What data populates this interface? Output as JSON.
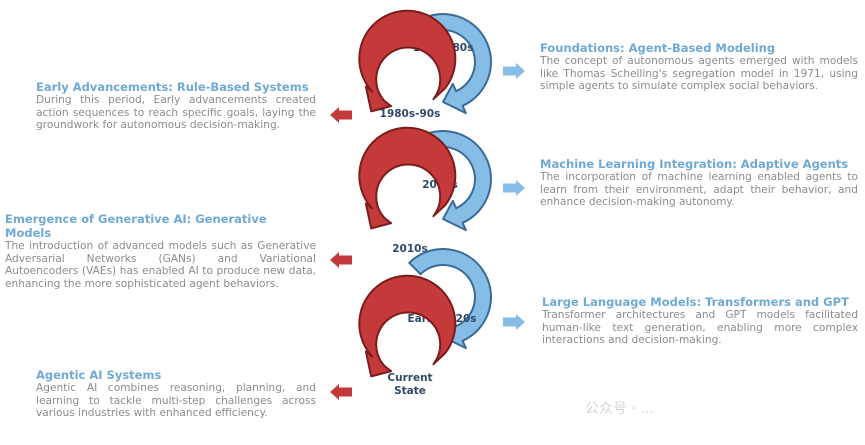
{
  "colors": {
    "blue": "#86bde6",
    "blue_dark": "#3a6b96",
    "red": "#c43a3a",
    "red_dark": "#7d1c1c",
    "title": "#6fa9d6",
    "text": "#8c8c8c"
  },
  "eras": [
    {
      "label": "1970s-80s",
      "color": "blue"
    },
    {
      "label": "1980s-90s",
      "color": "red"
    },
    {
      "label": "2000s",
      "color": "blue"
    },
    {
      "label": "2010s",
      "color": "red"
    },
    {
      "label": "Early 2020s",
      "color": "blue"
    },
    {
      "label": "Current State",
      "label_lines": [
        "Current",
        "State"
      ],
      "color": "red"
    }
  ],
  "blocks": [
    {
      "title": "Foundations: Agent-Based Modeling",
      "desc": "The concept of autonomous agents emerged with models like Thomas Schelling's segregation model in 1971, using simple agents to simulate complex social behaviors."
    },
    {
      "title": "Early Advancements: Rule-Based Systems",
      "desc": "During this period, Early advancements created action sequences to reach specific goals, laying the groundwork for autonomous decision-making."
    },
    {
      "title": "Machine Learning Integration: Adaptive Agents",
      "desc": "The incorporation of machine learning enabled agents to learn from their environment, adapt their behavior, and enhance decision-making autonomy."
    },
    {
      "title": "Emergence of Generative AI: Generative Models",
      "desc": "The introduction of advanced models such as Generative Adversarial Networks (GANs) and Variational Autoencoders (VAEs) has enabled AI to produce new data, enhancing the more sophisticated agent behaviors."
    },
    {
      "title": "Large Language Models: Transformers and GPT",
      "desc": "Transformer architectures and GPT models facilitated human-like text generation, enabling more complex interactions and decision-making."
    },
    {
      "title": "Agentic AI Systems",
      "desc": "Agentic AI combines reasoning, planning, and learning to tackle multi-step challenges across various industries with enhanced efficiency."
    }
  ],
  "watermark": "公众号 · ..."
}
